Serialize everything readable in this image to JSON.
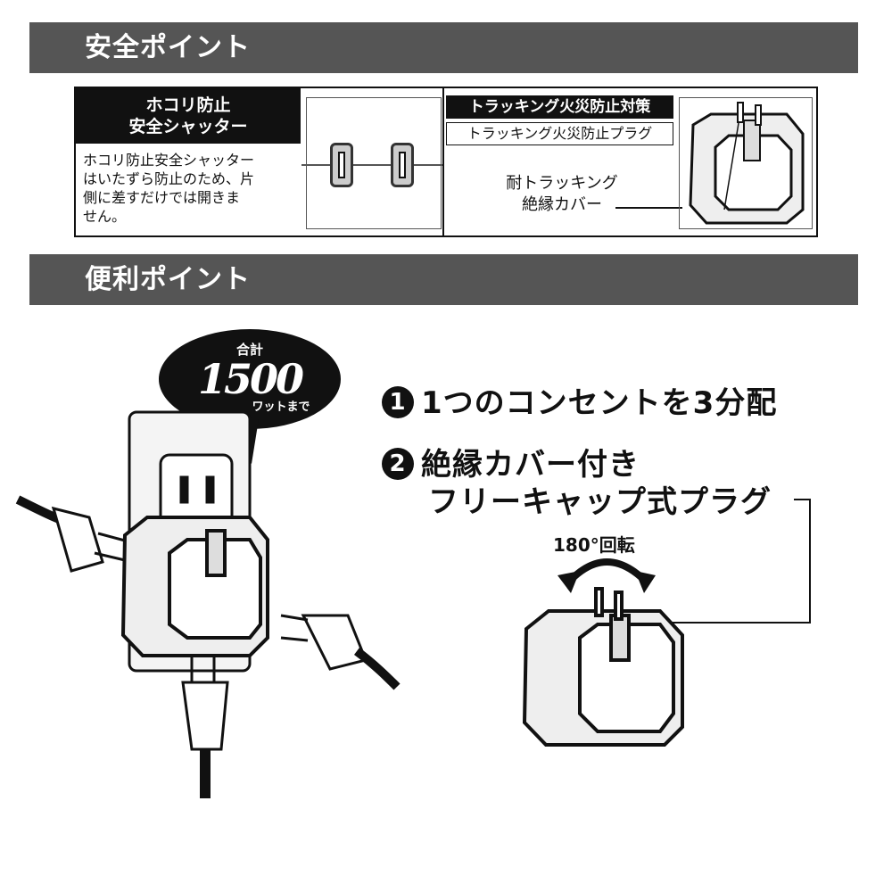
{
  "sections": {
    "safety_title": "安全ポイント",
    "convenience_title": "便利ポイント"
  },
  "safety": {
    "shutter": {
      "title_line1": "ホコリ防止",
      "title_line2": "安全シャッター",
      "description_lines": [
        "ホコリ防止安全シャッター",
        "はいたずら防止のため、片",
        "側に差すだけでは開きま",
        "せん。"
      ]
    },
    "tracking": {
      "title": "トラッキング火災防止対策",
      "subtitle": "トラッキング火災防止プラグ",
      "label_line1": "耐トラッキング",
      "label_line2": "絶縁カバー"
    }
  },
  "bubble": {
    "top": "合計",
    "value": "1500",
    "unit": "ワットまで"
  },
  "points": [
    {
      "number": "1",
      "lines": [
        "1つのコンセントを3分配"
      ]
    },
    {
      "number": "2",
      "lines": [
        "絶縁カバー付き",
        "フリーキャップ式プラグ"
      ]
    }
  ],
  "rotation_label": "180°回転"
}
